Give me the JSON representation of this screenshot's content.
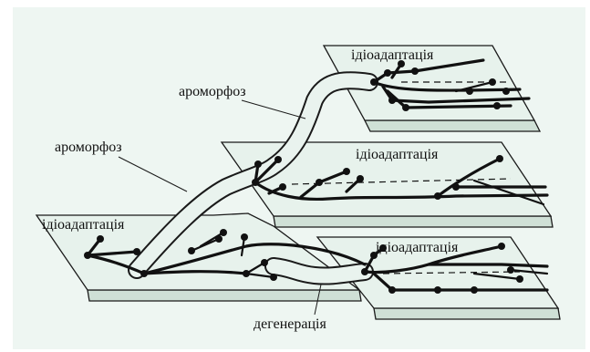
{
  "labels": {
    "idioadaptation_top": "ідіоадаптація",
    "idioadaptation_middle": "ідіоадаптація",
    "idioadaptation_left": "ідіоадаптація",
    "idioadaptation_bottom": "ідіоадаптація",
    "aromorphosis_upper": "ароморфоз",
    "aromorphosis_lower": "ароморфоз",
    "degeneration": "дегенерація"
  },
  "colors": {
    "page_background": "#ffffff",
    "platform_fill": "#e7f2ec",
    "platform_edge": "#cfe0d6",
    "lines": "#111111"
  }
}
